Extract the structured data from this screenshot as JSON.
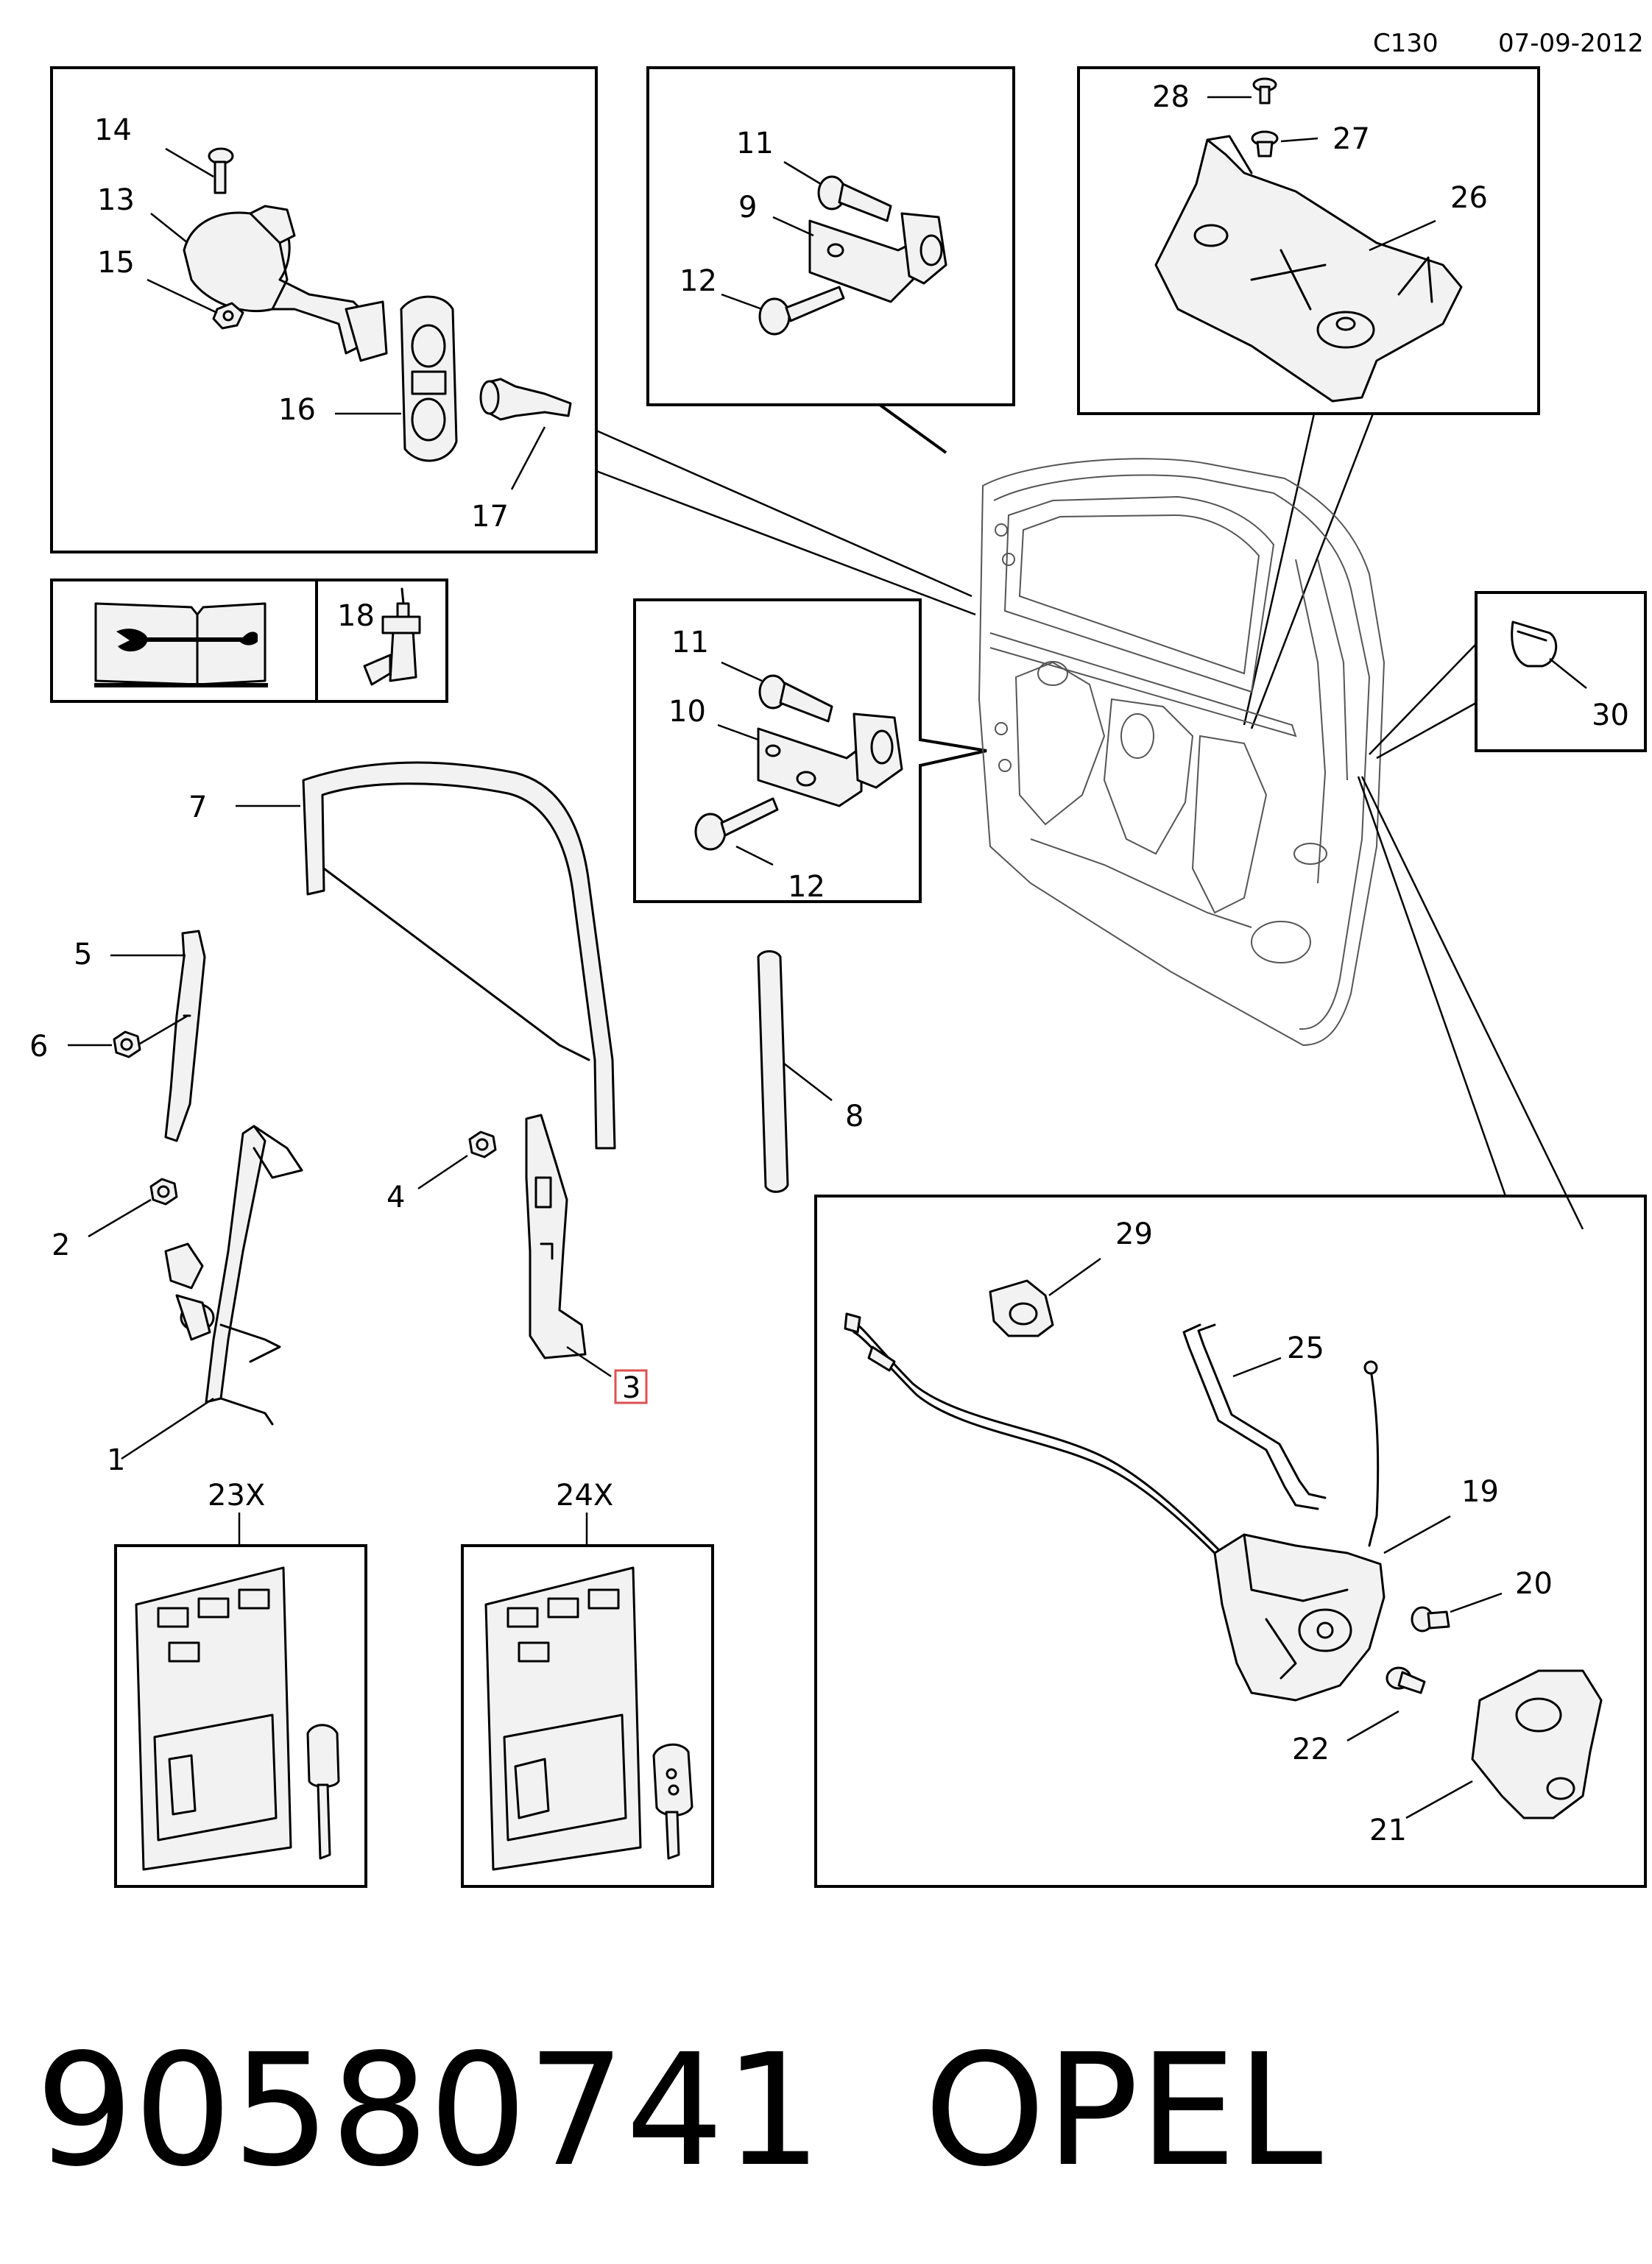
{
  "header": {
    "code": "C130",
    "date": "07-09-2012"
  },
  "footer": {
    "part_number": "90580741",
    "brand": "OPEL"
  },
  "callouts": {
    "c1": "1",
    "c2": "2",
    "c3": "3",
    "c4": "4",
    "c5": "5",
    "c6": "6",
    "c7": "7",
    "c8": "8",
    "c9": "9",
    "c10": "10",
    "c11a": "11",
    "c11b": "11",
    "c12a": "12",
    "c12b": "12",
    "c13": "13",
    "c14": "14",
    "c15": "15",
    "c16": "16",
    "c17": "17",
    "c18": "18",
    "c19": "19",
    "c20": "20",
    "c21": "21",
    "c22": "22",
    "c23x": "23X",
    "c24x": "24X",
    "c25": "25",
    "c26": "26",
    "c27": "27",
    "c28": "28",
    "c29": "29",
    "c30": "30"
  },
  "highlight": {
    "part": "3",
    "color": "#e05050"
  }
}
